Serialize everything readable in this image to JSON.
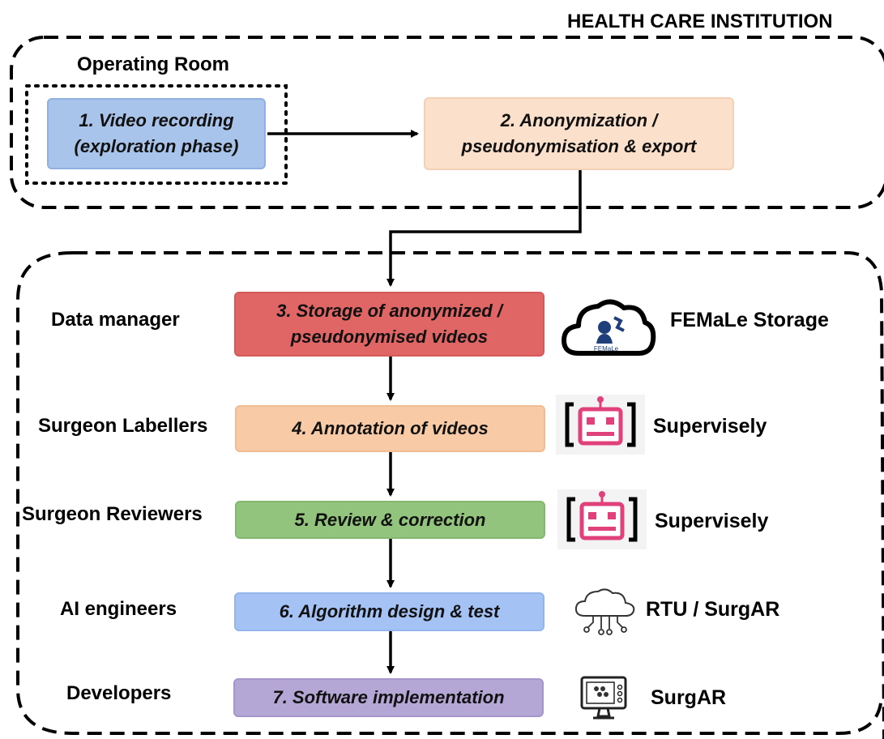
{
  "institution_label": "HEALTH CARE INSTITUTION",
  "operating_room_label": "Operating Room",
  "steps": [
    {
      "lines": [
        "1. Video recording",
        "(exploration phase)"
      ],
      "fill": "#a9c4ea",
      "border": "#8fb0e0"
    },
    {
      "lines": [
        "2. Anonymization /",
        "pseudonymisation & export"
      ],
      "fill": "#fbe0cc",
      "border": "#f3d0b6"
    },
    {
      "lines": [
        "3. Storage of anonymized /",
        "pseudonymised videos"
      ],
      "fill": "#e06666",
      "border": "#d45a5a"
    },
    {
      "lines": [
        "4. Annotation of videos"
      ],
      "fill": "#f8cba6",
      "border": "#f0bd93"
    },
    {
      "lines": [
        "5. Review & correction"
      ],
      "fill": "#93c47d",
      "border": "#84b86e"
    },
    {
      "lines": [
        "6. Algorithm design & test"
      ],
      "fill": "#a4c2f4",
      "border": "#94b5ea"
    },
    {
      "lines": [
        "7. Software implementation"
      ],
      "fill": "#b4a7d6",
      "border": "#a597cb"
    }
  ],
  "roles": [
    "Data manager",
    "Surgeon Labellers",
    "Surgeon Reviewers",
    "AI engineers",
    "Developers"
  ],
  "tools": [
    {
      "label": "FEMaLe Storage",
      "icon": "cloud-storage-icon",
      "logo_text": "FEMaLe"
    },
    {
      "label": "Supervisely",
      "icon": "robot-icon"
    },
    {
      "label": "Supervisely",
      "icon": "robot-icon"
    },
    {
      "label": "RTU / SurgAR",
      "icon": "cloud-network-icon"
    },
    {
      "label": "SurgAR",
      "icon": "monitor-icon"
    }
  ]
}
